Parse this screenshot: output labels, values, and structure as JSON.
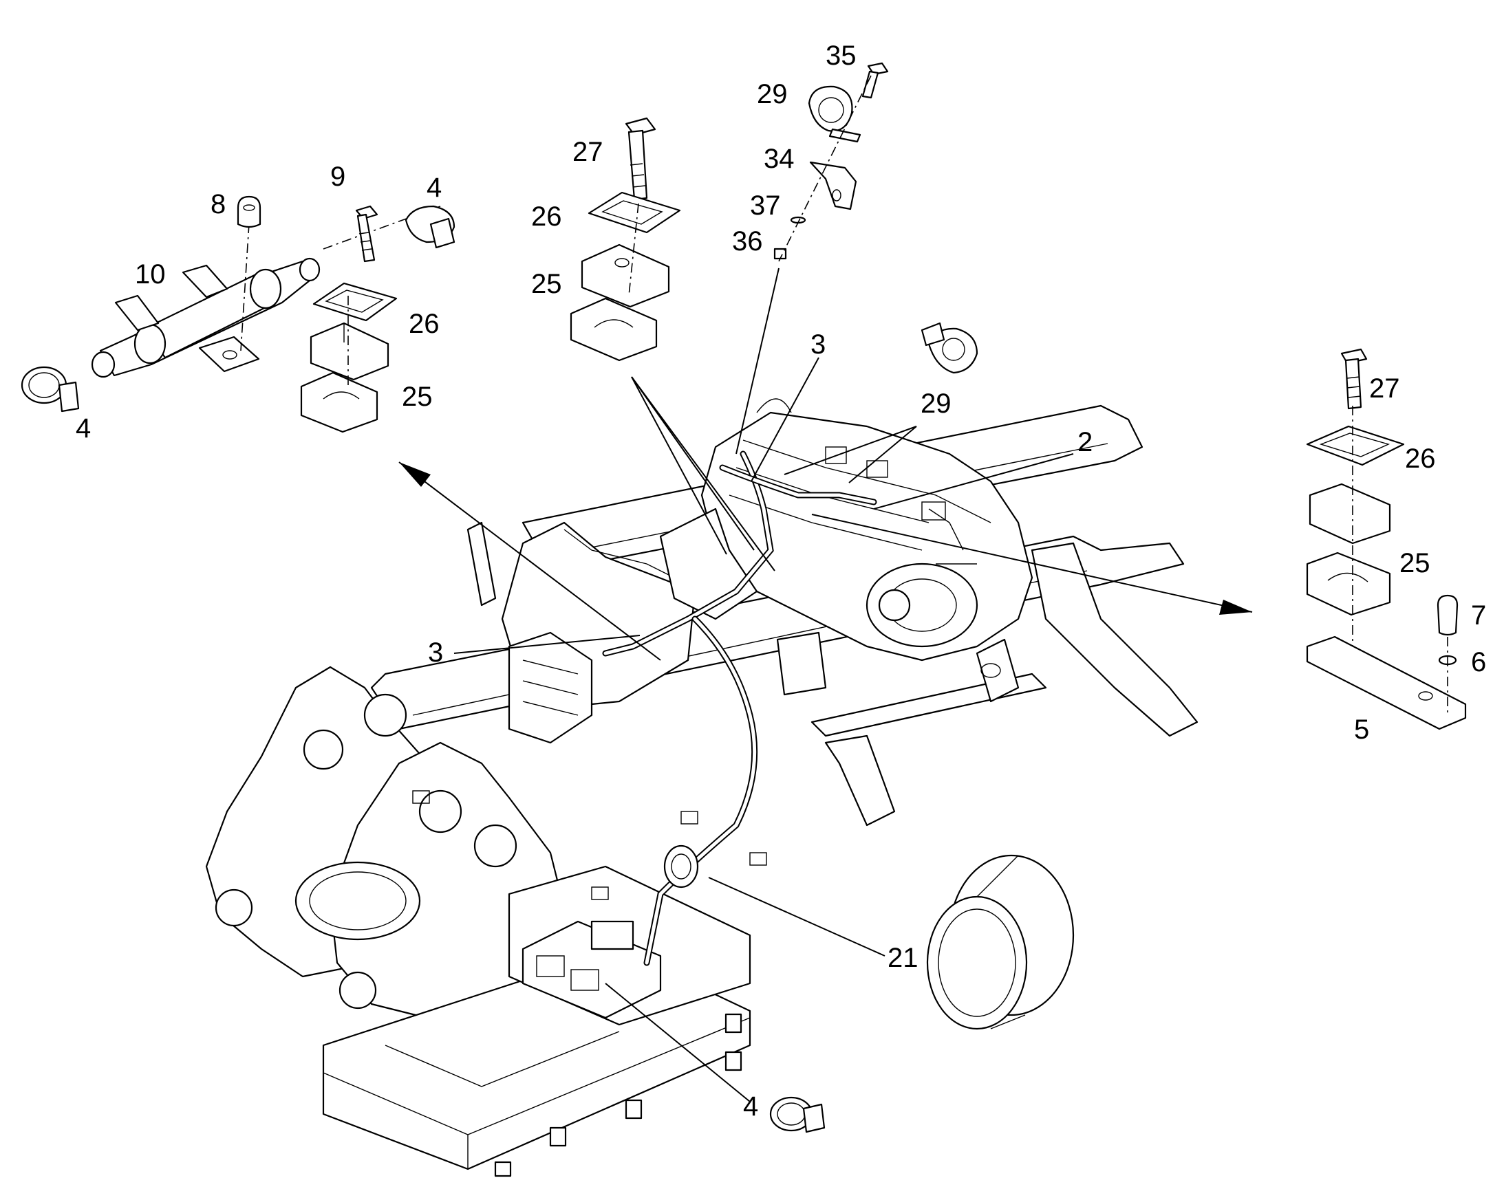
{
  "callouts": [
    {
      "id": "c35",
      "text": "35"
    },
    {
      "id": "c29a",
      "text": "29"
    },
    {
      "id": "c34",
      "text": "34"
    },
    {
      "id": "c37",
      "text": "37"
    },
    {
      "id": "c36",
      "text": "36"
    },
    {
      "id": "c27a",
      "text": "27"
    },
    {
      "id": "c26a",
      "text": "26"
    },
    {
      "id": "c25a",
      "text": "25"
    },
    {
      "id": "c9",
      "text": "9"
    },
    {
      "id": "c8",
      "text": "8"
    },
    {
      "id": "c4a",
      "text": "4"
    },
    {
      "id": "c10",
      "text": "10"
    },
    {
      "id": "c26b",
      "text": "26"
    },
    {
      "id": "c25b",
      "text": "25"
    },
    {
      "id": "c4b",
      "text": "4"
    },
    {
      "id": "c3a",
      "text": "3"
    },
    {
      "id": "c29b",
      "text": "29"
    },
    {
      "id": "c2",
      "text": "2"
    },
    {
      "id": "c27b",
      "text": "27"
    },
    {
      "id": "c26c",
      "text": "26"
    },
    {
      "id": "c25c",
      "text": "25"
    },
    {
      "id": "c7",
      "text": "7"
    },
    {
      "id": "c6",
      "text": "6"
    },
    {
      "id": "c5",
      "text": "5"
    },
    {
      "id": "c3b",
      "text": "3"
    },
    {
      "id": "c21",
      "text": "21"
    },
    {
      "id": "c4c",
      "text": "4"
    }
  ]
}
